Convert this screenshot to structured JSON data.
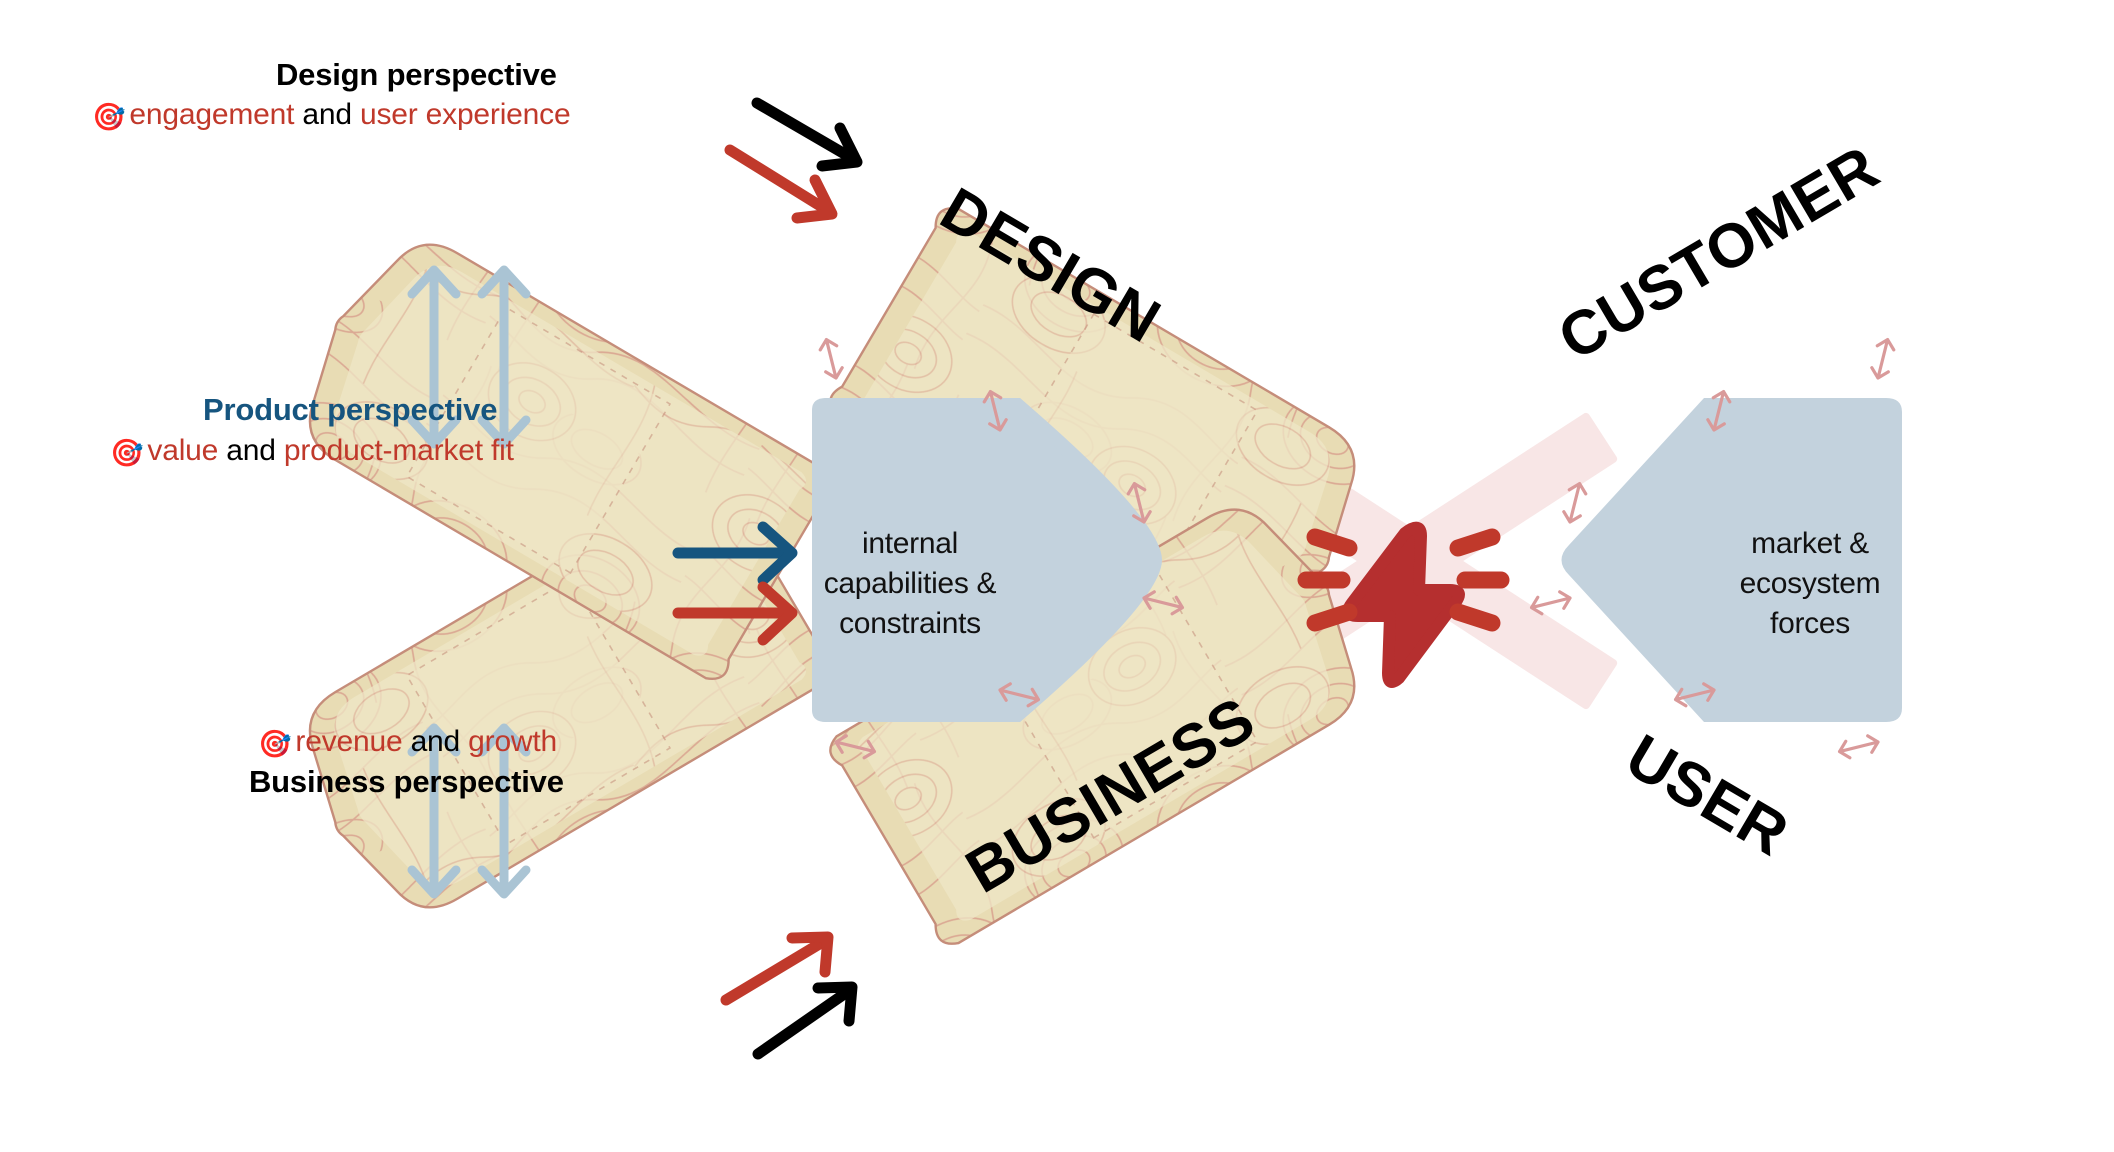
{
  "annotations": [
    {
      "id": "design",
      "title": "Design perspective",
      "title_color": "#000000",
      "emoji": "🎯",
      "sub_parts": [
        {
          "text": "engagement",
          "color": "#c0392b"
        },
        {
          "text": " and ",
          "color": "#000000"
        },
        {
          "text": "user experience",
          "color": "#c0392b"
        }
      ]
    },
    {
      "id": "product",
      "title": "Product perspective",
      "title_color": "#16557f",
      "emoji": "🎯",
      "sub_parts": [
        {
          "text": "value",
          "color": "#c0392b"
        },
        {
          "text": " and ",
          "color": "#000000"
        },
        {
          "text": "product-market fit",
          "color": "#c0392b"
        }
      ]
    },
    {
      "id": "business",
      "title": "Business perspective",
      "title_color": "#000000",
      "emoji": "🎯",
      "sub_parts": [
        {
          "text": "revenue",
          "color": "#c0392b"
        },
        {
          "text": " and ",
          "color": "#000000"
        },
        {
          "text": "growth",
          "color": "#c0392b"
        }
      ]
    }
  ],
  "panels": [
    {
      "id": "design",
      "label": "DESIGN"
    },
    {
      "id": "customer",
      "label": "CUSTOMER"
    },
    {
      "id": "business",
      "label": "BUSINESS"
    },
    {
      "id": "user",
      "label": "USER"
    }
  ],
  "triangles": [
    {
      "id": "left",
      "lines": [
        "internal",
        "capabilities &",
        "constraints"
      ]
    },
    {
      "id": "right",
      "lines": [
        "market &",
        "ecosystem",
        "forces"
      ]
    }
  ],
  "center": {
    "icon": "lightning-bolt-icon",
    "color": "#b52f2f",
    "band_color": "#f8e6e6"
  },
  "connector_arrows": {
    "count": 8,
    "style": "double-headed",
    "color": "#d99a9a"
  },
  "side_arrow_pairs": [
    {
      "id": "upper",
      "count": 2,
      "direction": "double-headed-vertical",
      "color": "#aac4d4"
    },
    {
      "id": "lower",
      "count": 2,
      "direction": "double-headed-vertical",
      "color": "#aac4d4"
    }
  ],
  "pointer_arrows": [
    {
      "id": "design-title-arrow",
      "color": "#000000"
    },
    {
      "id": "design-sub-arrow",
      "color": "#c0392b"
    },
    {
      "id": "product-title-arrow",
      "color": "#16557f"
    },
    {
      "id": "product-sub-arrow",
      "color": "#c0392b"
    },
    {
      "id": "business-sub-arrow",
      "color": "#c0392b"
    },
    {
      "id": "business-title-arrow",
      "color": "#000000"
    }
  ],
  "colors": {
    "panel_fill": "#e8dcb4",
    "panel_inner": "#efe6c6",
    "panel_stroke": "#c58d7a",
    "contour": "#d79a8a",
    "triangle_fill": "#c3d2dd",
    "accent_blue": "#16557f",
    "accent_red": "#c0392b",
    "bolt_red": "#b52f2f"
  }
}
